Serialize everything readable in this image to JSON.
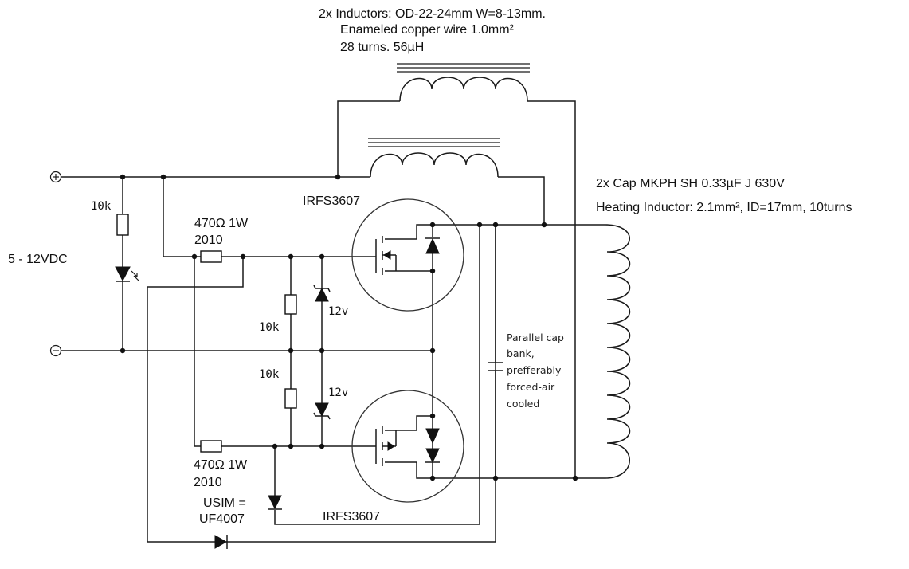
{
  "notes": {
    "inductors": [
      "2x Inductors: OD-22-24mm W=8-13mm.",
      "Enameled copper wire 1.0mm²",
      "28 turns. 56µH"
    ],
    "caps": "2x Cap MKPH SH 0.33µF J 630V",
    "heating_inductor": "Heating Inductor: 2.1mm², ID=17mm, 10turns",
    "cap_bank": [
      "Parallel cap",
      "bank,",
      "prefferably",
      "forced-air",
      "cooled"
    ]
  },
  "supply": {
    "plus_symbol": "⊕",
    "minus_symbol": "⊖",
    "voltage": "5 - 12VDC"
  },
  "components": {
    "r_led": "10k",
    "gate_res_top": [
      "470Ω 1W",
      "2010"
    ],
    "gate_res_bottom": [
      "470Ω 1W",
      "2010"
    ],
    "r_pulldown_top": "10k",
    "r_pulldown_bottom": "10k",
    "zener_top": "12v",
    "zener_bottom": "12v",
    "mosfet_top": "IRFS3607",
    "mosfet_bottom": "IRFS3607",
    "diode_note": [
      "USIM =",
      "UF4007"
    ]
  }
}
